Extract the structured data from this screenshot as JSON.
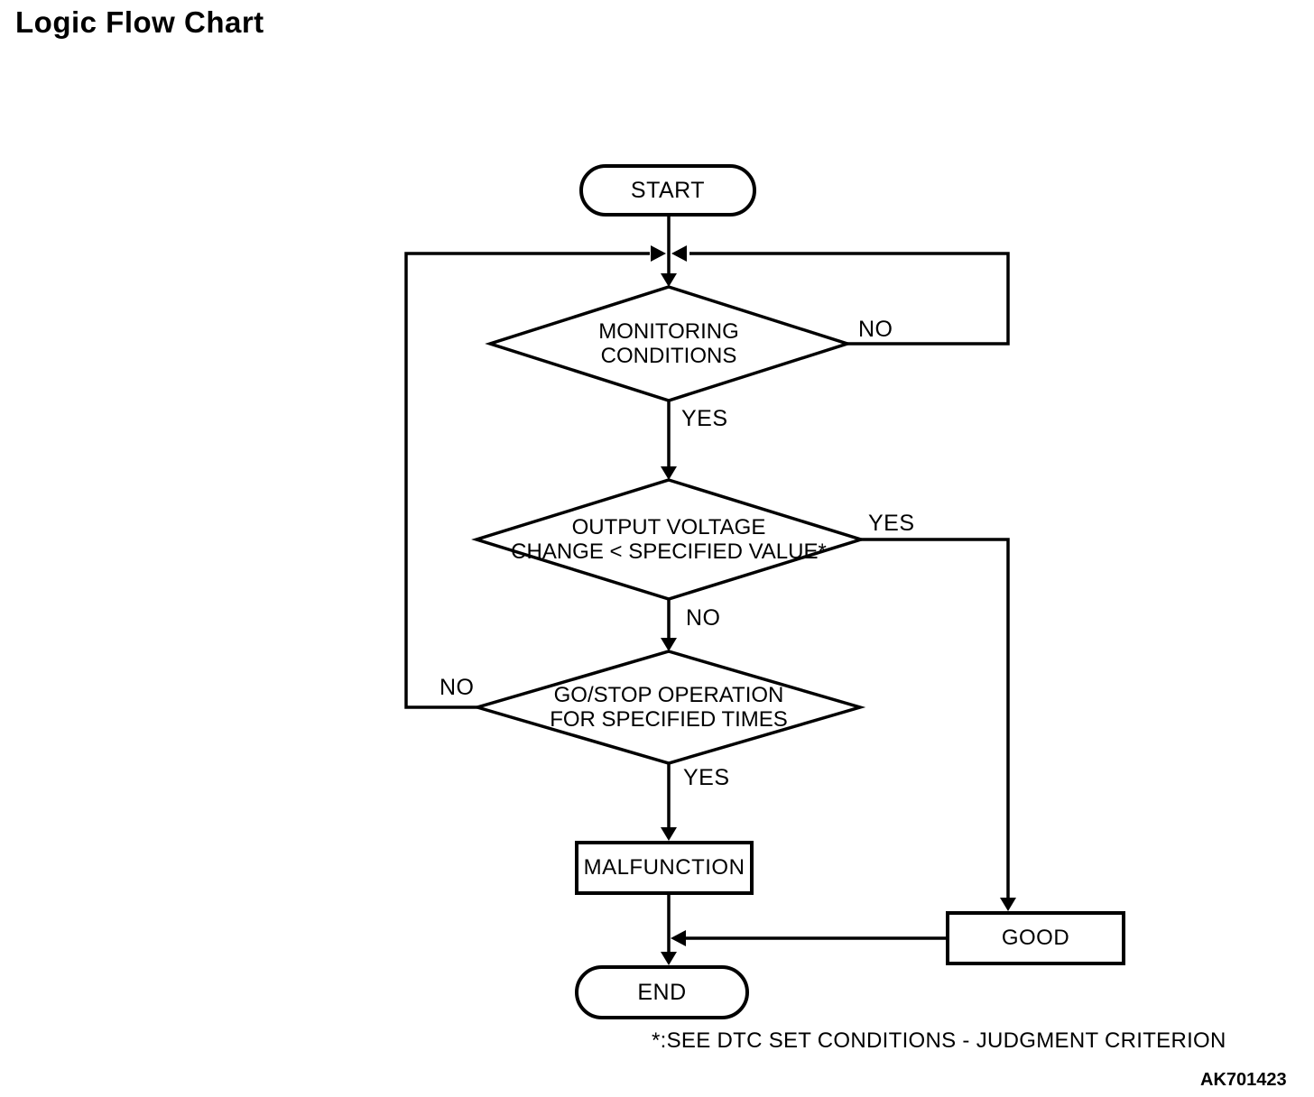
{
  "title": "Logic Flow Chart",
  "footnote": "*:SEE DTC SET CONDITIONS - JUDGMENT CRITERION",
  "figure_code": "AK701423",
  "colors": {
    "ink": "#000000",
    "paper": "#ffffff"
  },
  "flowchart": {
    "nodes": {
      "start": {
        "type": "terminator",
        "label": "START"
      },
      "monitoring": {
        "type": "decision",
        "line1": "MONITORING",
        "line2": "CONDITIONS"
      },
      "output_voltage": {
        "type": "decision",
        "line1": "OUTPUT VOLTAGE",
        "line2": "CHANGE < SPECIFIED VALUE*"
      },
      "go_stop": {
        "type": "decision",
        "line1": "GO/STOP OPERATION",
        "line2": "FOR SPECIFIED TIMES"
      },
      "malfunction": {
        "type": "process",
        "label": "MALFUNCTION"
      },
      "good": {
        "type": "process",
        "label": "GOOD"
      },
      "end": {
        "type": "terminator",
        "label": "END"
      }
    },
    "branch_labels": {
      "monitoring_no": "NO",
      "monitoring_yes": "YES",
      "output_voltage_yes": "YES",
      "output_voltage_no": "NO",
      "go_stop_no": "NO",
      "go_stop_yes": "YES"
    },
    "edges": [
      {
        "from": "start",
        "to": "monitoring",
        "label": ""
      },
      {
        "from": "monitoring",
        "to": "loop-junction",
        "label": "NO"
      },
      {
        "from": "monitoring",
        "to": "output_voltage",
        "label": "YES"
      },
      {
        "from": "output_voltage",
        "to": "good",
        "label": "YES"
      },
      {
        "from": "output_voltage",
        "to": "go_stop",
        "label": "NO"
      },
      {
        "from": "go_stop",
        "to": "loop-junction",
        "label": "NO"
      },
      {
        "from": "go_stop",
        "to": "malfunction",
        "label": "YES"
      },
      {
        "from": "malfunction",
        "to": "end",
        "label": ""
      },
      {
        "from": "good",
        "to": "end",
        "label": ""
      }
    ]
  }
}
